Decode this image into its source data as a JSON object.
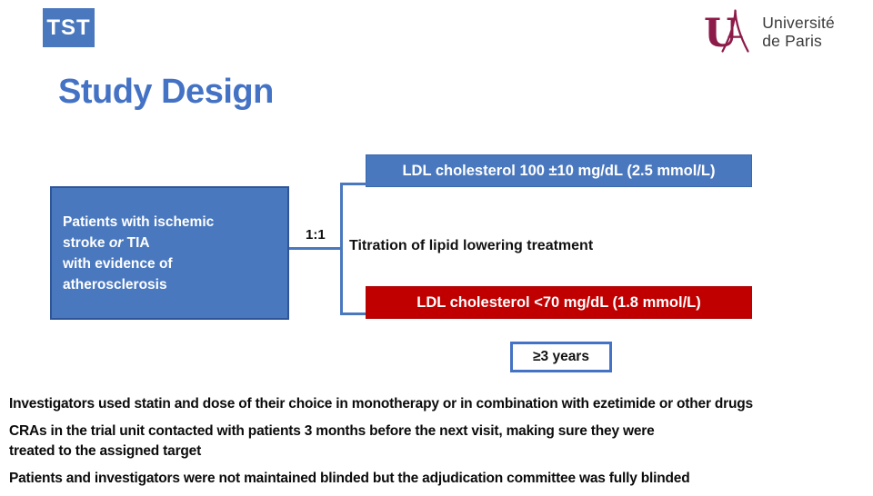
{
  "colors": {
    "accent_blue": "#4a78be",
    "accent_blue_dark": "#2e5597",
    "title_blue": "#4472c4",
    "red": "#c00000",
    "logo_burgundy": "#8d1b4a",
    "logo_text_gray": "#3a3a3a"
  },
  "header": {
    "badge": "TST",
    "title": "Study Design",
    "logo": {
      "line1": "Université",
      "line2": "de Paris"
    }
  },
  "diagram": {
    "population_box": {
      "line1": "Patients with ischemic",
      "line2_pre": "stroke ",
      "line2_italic": "or",
      "line2_post": " TIA",
      "line3": "with evidence of atherosclerosis"
    },
    "randomization_label": "1:1",
    "arm_top_label": "LDL cholesterol 100 ±10 mg/dL (2.5 mmol/L)",
    "titration_label": "Titration of lipid lowering treatment",
    "arm_bottom_label": "LDL cholesterol <70 mg/dL (1.8 mmol/L)",
    "duration_label": "≥3 years"
  },
  "notes": [
    {
      "lines": [
        "Investigators used statin and dose of their choice in monotherapy or in combination with ezetimide or other drugs"
      ]
    },
    {
      "lines": [
        "CRAs in the trial unit contacted with patients 3 months before the next visit, making sure they were",
        "treated to the assigned target"
      ]
    },
    {
      "lines": [
        "Patients and investigators were not maintained blinded but the adjudication committee was fully blinded"
      ]
    }
  ]
}
